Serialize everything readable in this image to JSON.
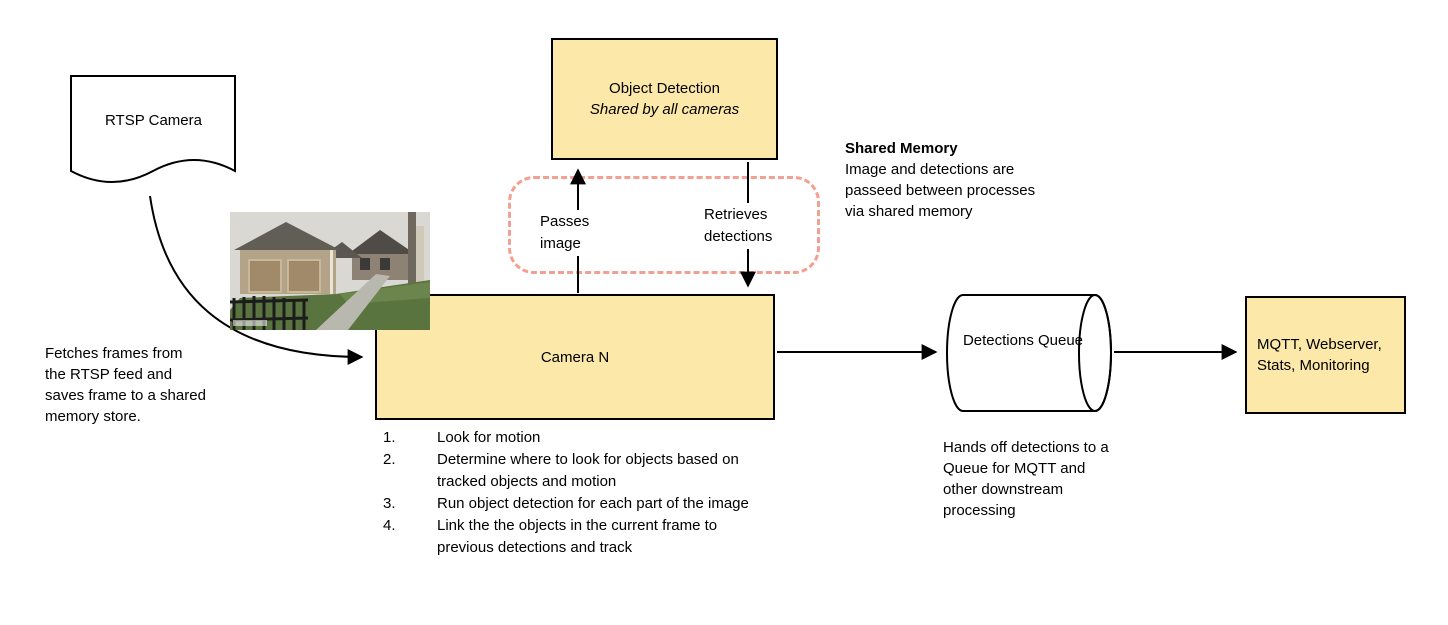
{
  "colors": {
    "node_fill": "#FCE8A8",
    "node_border": "#000000",
    "shared_region_border": "#F2A091",
    "arrow": "#000000"
  },
  "nodes": {
    "rtsp_camera": {
      "label": "RTSP Camera"
    },
    "object_detection": {
      "title": "Object Detection",
      "subtitle": "Shared by all cameras"
    },
    "camera_n": {
      "label": "Camera N"
    },
    "detections_queue": {
      "label": "Detections Queue"
    },
    "outputs": {
      "label": "MQTT, Webserver, Stats, Monitoring"
    }
  },
  "edges": {
    "passes_image": {
      "label": "Passes image"
    },
    "retrieves_detections": {
      "label": "Retrieves detections"
    }
  },
  "notes": {
    "shared_memory": {
      "title": "Shared Memory",
      "body": "Image and detections are passeed between processes via shared memory"
    },
    "fetch_frames": "Fetches frames from the RTSP feed and saves frame to a shared memory store.",
    "hands_off": "Hands off detections to a Queue for MQTT and other downstream processing",
    "camera_steps": [
      "Look for motion",
      "Determine where to look for objects based on tracked objects and motion",
      "Run object detection for each part of the image",
      "Link the the objects in the current frame to previous detections and track"
    ]
  }
}
